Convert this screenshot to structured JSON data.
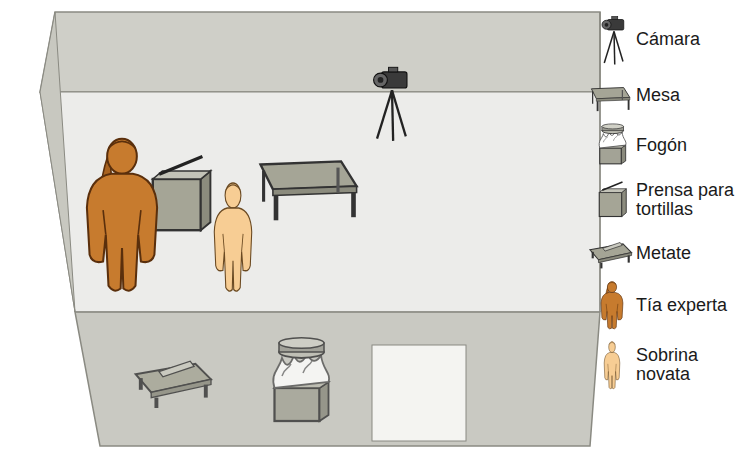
{
  "diagram": {
    "legend": [
      {
        "text": "Cámara"
      },
      {
        "text": "Mesa"
      },
      {
        "text": "Fogón"
      },
      {
        "text": "Prensa para tortillas"
      },
      {
        "text": "Metate"
      },
      {
        "text": "Tía experta"
      },
      {
        "text": "Sobrina novata"
      }
    ]
  }
}
